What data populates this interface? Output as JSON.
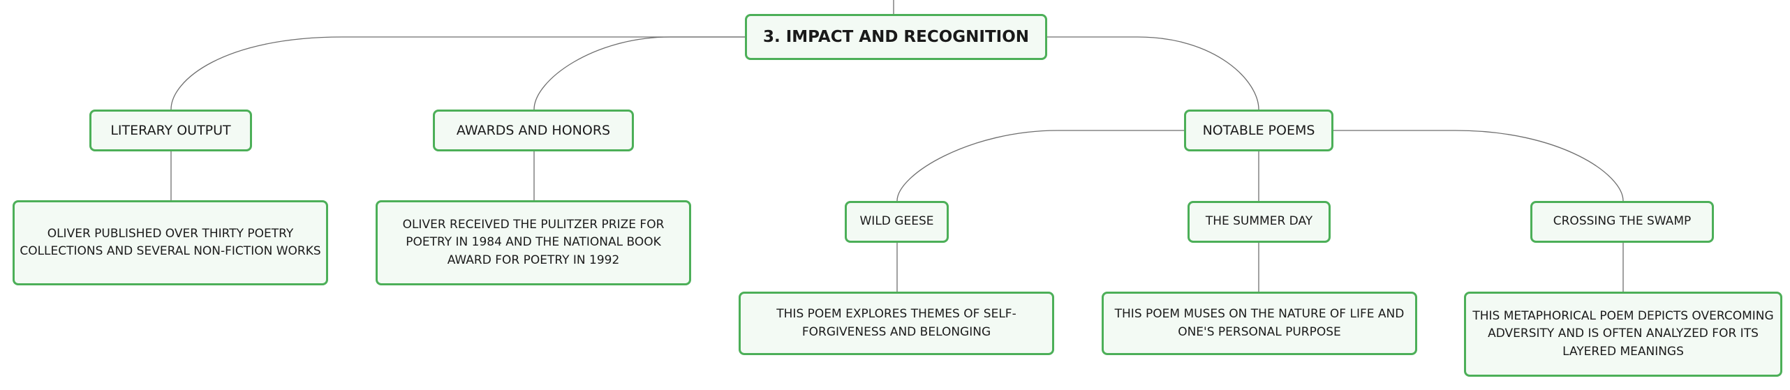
{
  "root": {
    "label": "3. IMPACT AND RECOGNITION"
  },
  "branches": [
    {
      "label": "LITERARY OUTPUT",
      "detail": "OLIVER PUBLISHED OVER THIRTY POETRY COLLECTIONS AND SEVERAL NON-FICTION WORKS"
    },
    {
      "label": "AWARDS AND HONORS",
      "detail": "OLIVER RECEIVED THE PULITZER PRIZE FOR POETRY IN 1984 AND THE NATIONAL BOOK AWARD FOR POETRY IN 1992"
    },
    {
      "label": "NOTABLE POEMS",
      "poems": [
        {
          "title": "WILD GEESE",
          "detail": "THIS POEM EXPLORES THEMES OF SELF-FORGIVENESS AND BELONGING"
        },
        {
          "title": "THE SUMMER DAY",
          "detail": "THIS POEM MUSES ON THE NATURE OF LIFE AND ONE'S PERSONAL PURPOSE"
        },
        {
          "title": "CROSSING THE SWAMP",
          "detail": "THIS METAPHORICAL POEM DEPICTS OVERCOMING ADVERSITY AND IS OFTEN ANALYZED FOR ITS LAYERED MEANINGS"
        }
      ]
    }
  ],
  "colors": {
    "node_border": "#4caf58",
    "node_fill": "#f3faf4",
    "connector": "#6e6e6e"
  }
}
